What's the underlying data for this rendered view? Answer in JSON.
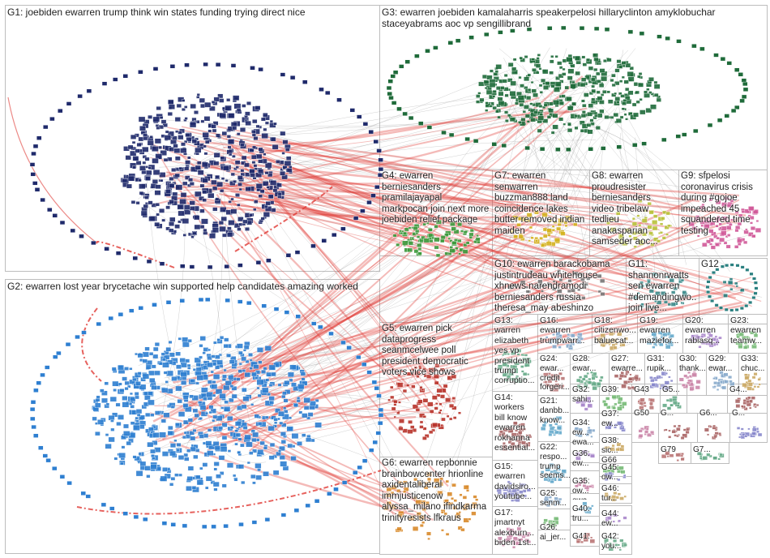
{
  "groups": [
    {
      "id": "g1",
      "title": "G1: joebiden ewarren trump think win states funding trying direct nice"
    },
    {
      "id": "g2",
      "title": "G2: ewarren lost year brycetache win supported help candidates amazing worked"
    },
    {
      "id": "g3",
      "title": "G3: ewarren joebiden kamalaharris speakerpelosi hillaryclinton amyklobuchar\nstaceyabrams aoc vp sengillibrand"
    },
    {
      "id": "g4",
      "title": "G4: ewarren\nberniesanders\npramilajayapal\nmarkpocan join next more\njoebiden relief package"
    },
    {
      "id": "g5",
      "title": "G5: ewarren pick\ndataprogress\nseanmcelwee poll\npresident democratic\nvoters vice shows"
    },
    {
      "id": "g6",
      "title": "G6: ewarren repbonnie\nbrainbowcenter hrionline\naxidentaliberal\nimmjusticenow\nalyssa_milano ifindkarma\ntrinityresists lfkraus"
    },
    {
      "id": "g7",
      "title": "G7: ewarren\nsenwarren\nbuzzman888 land\ncoincidence lakes\nbutter removed indian\nmaiden"
    },
    {
      "id": "g8",
      "title": "G8: ewarren\nproudresister\nberniesanders\nvideo tribelaw\ntedlieu\nanakasparian\nsamseder aoc..."
    },
    {
      "id": "g9",
      "title": "G9: sfpelosi\ncoronavirus crisis\nduring #gojoe\nimpeached 45\nsquandered time\ntesting"
    },
    {
      "id": "g10",
      "title": "G10: ewarren barackobama\njustintrudeau whitehouse\nxhnews narendramodi\nberniesanders russia\ntheresa_may abeshinzo"
    },
    {
      "id": "g11",
      "title": "G11:\nshannonrwatts\nsen ewarren\n#demandingwo...\njoin live..."
    },
    {
      "id": "g12",
      "title": "G12"
    },
    {
      "id": "g13",
      "title": "G13:\nwarren\nelizabeth\nyes vp\npresident\ntrump\ncorruptio..."
    },
    {
      "id": "g14",
      "title": "G14:\nworkers\nbill know\newarren\nrokhanna\nessential..."
    },
    {
      "id": "g15",
      "title": "G15:\newarren\ndavidsiro...\nyoutube..."
    },
    {
      "id": "g16",
      "title": "G16:\newarren\ntrumpwarr..."
    },
    {
      "id": "g17",
      "title": "G17:\njmartnyt\nalexburn...\nbiden 1st..."
    },
    {
      "id": "g18",
      "title": "G18:\ncitizenwo...\nbaluecat..."
    },
    {
      "id": "g19",
      "title": "G19:\newarren\nmaziefor..."
    },
    {
      "id": "g20",
      "title": "G20:\newarren\nrabiasq..."
    },
    {
      "id": "g21",
      "title": "G21:\ndanbb...\nknow..."
    },
    {
      "id": "g22",
      "title": "G22:\nrespo...\ntrump\nseems..."
    },
    {
      "id": "g23",
      "title": "G23:\newarren\nteamw..."
    },
    {
      "id": "g24",
      "title": "G24:\newar...\ncredit\nforgeri..."
    },
    {
      "id": "g25",
      "title": "G25:\nsenm...\newarr..."
    },
    {
      "id": "g26",
      "title": "G26:\nai_jer..."
    },
    {
      "id": "g27",
      "title": "G27:\newarre..."
    },
    {
      "id": "g28",
      "title": "G28:\newar..."
    },
    {
      "id": "g29",
      "title": "G29:\newar..."
    },
    {
      "id": "g30",
      "title": "G30:\nthank..."
    },
    {
      "id": "g31",
      "title": "G31:\nrupik..."
    },
    {
      "id": "g32",
      "title": "G32:\nsahi..."
    },
    {
      "id": "g33",
      "title": "G33:\nchuc..."
    },
    {
      "id": "g34",
      "title": "G34:\new...\newa..."
    },
    {
      "id": "g35",
      "title": "G35:\now...\newa..."
    },
    {
      "id": "g36",
      "title": "G36:\new..."
    },
    {
      "id": "g37",
      "title": "G37:\new..."
    },
    {
      "id": "g38",
      "title": "G38:\nsic..."
    },
    {
      "id": "g39",
      "title": "G39:"
    },
    {
      "id": "g40",
      "title": "G40:\ntru..."
    },
    {
      "id": "g41",
      "title": "G41:"
    },
    {
      "id": "g42",
      "title": "G42:\nyou..."
    },
    {
      "id": "g43",
      "title": "G43"
    },
    {
      "id": "g44",
      "title": "G44:\new..."
    },
    {
      "id": "g45",
      "title": "G45:\now..."
    },
    {
      "id": "g46",
      "title": "G46:\ntur..."
    },
    {
      "id": "g50",
      "title": "G50"
    },
    {
      "id": "g66",
      "title": "G66"
    },
    {
      "id": "g79",
      "title": "G79"
    },
    {
      "id": "g5b",
      "title": "G5..."
    },
    {
      "id": "g4b",
      "title": "G4..."
    },
    {
      "id": "g6b",
      "title": "G6..."
    },
    {
      "id": "g7b",
      "title": "G7..."
    },
    {
      "id": "g-misc1",
      "title": "G..."
    },
    {
      "id": "g-misc2",
      "title": "G..."
    }
  ],
  "colors": {
    "g1": "#1f2a6b",
    "g2": "#2e7fd1",
    "g3": "#1f6b3a",
    "g4": "#3c9a3c",
    "g5": "#b8322a",
    "g6": "#d98a2b",
    "g7": "#d4b21f",
    "g8": "#b9c23a",
    "g9": "#d15a9a",
    "g12": "#2b8080",
    "edge_red": "#e03a35",
    "edge_gray": "#9a9a9a",
    "box_border": "#bdbdbd"
  }
}
